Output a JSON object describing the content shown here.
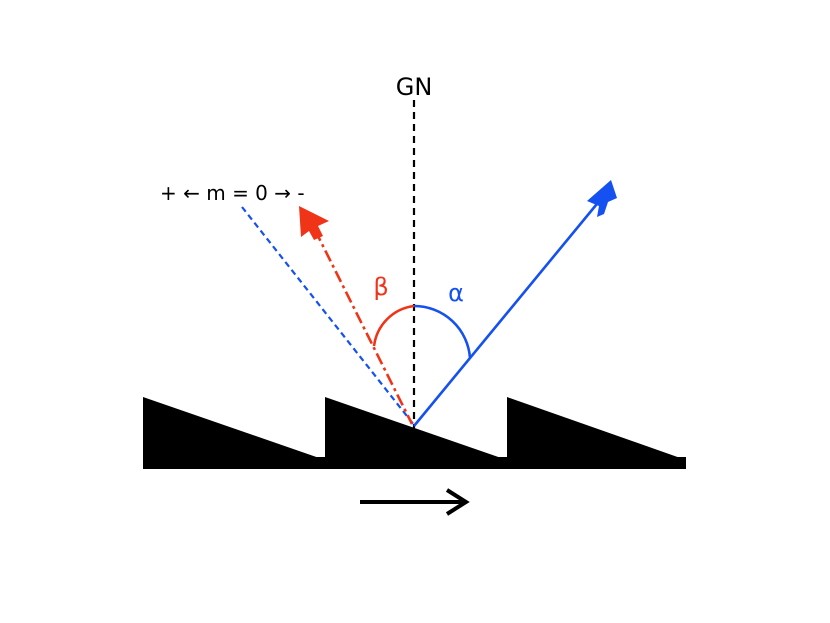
{
  "labels": {
    "grating_normal": "GN",
    "order_annotation": "+ ← m = 0 → -",
    "beta": "β",
    "alpha": "α"
  },
  "colors": {
    "incident": "#1550f0",
    "diffracted": "#f03418",
    "normal": "#000000",
    "grating": "#000000",
    "background": "#ffffff"
  },
  "icons": {
    "incident_arrowhead": "arrowhead-icon",
    "diffracted_arrowhead": "arrowhead-icon",
    "motion_arrow": "right-arrow-icon"
  }
}
